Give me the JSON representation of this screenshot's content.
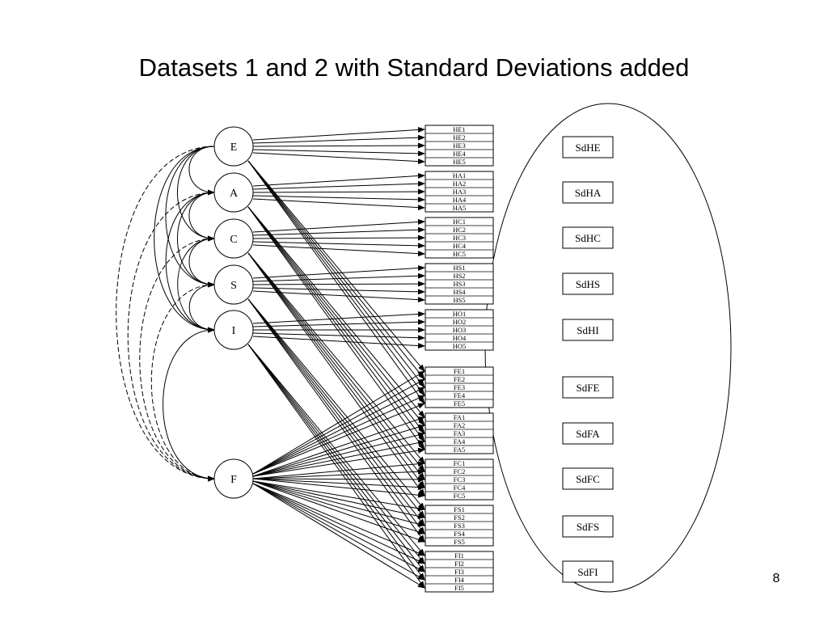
{
  "slide": {
    "title": "Datasets 1 and 2 with Standard Deviations added",
    "page_number": "8"
  },
  "latent_factors": [
    {
      "id": "E",
      "label": "E"
    },
    {
      "id": "A",
      "label": "A"
    },
    {
      "id": "C",
      "label": "C"
    },
    {
      "id": "S",
      "label": "S"
    },
    {
      "id": "I",
      "label": "I"
    },
    {
      "id": "F",
      "label": "F"
    }
  ],
  "indicator_groups": [
    {
      "items": [
        "HE1",
        "HE2",
        "HE3",
        "HE4",
        "HE5"
      ]
    },
    {
      "items": [
        "HA1",
        "HA2",
        "HA3",
        "HA4",
        "HA5"
      ]
    },
    {
      "items": [
        "HC1",
        "HC2",
        "HC3",
        "HC4",
        "HC5"
      ]
    },
    {
      "items": [
        "HS1",
        "HS2",
        "HS3",
        "HS4",
        "HS5"
      ]
    },
    {
      "items": [
        "HO1",
        "HO2",
        "HO3",
        "HO4",
        "HO5"
      ]
    },
    {
      "items": [
        "FE1",
        "FE2",
        "FE3",
        "FE4",
        "FE5"
      ]
    },
    {
      "items": [
        "FA1",
        "FA2",
        "FA3",
        "FA4",
        "FA5"
      ]
    },
    {
      "items": [
        "FC1",
        "FC2",
        "FC3",
        "FC4",
        "FC5"
      ]
    },
    {
      "items": [
        "FS1",
        "FS2",
        "FS3",
        "FS4",
        "FS5"
      ]
    },
    {
      "items": [
        "FI1",
        "FI2",
        "FI3",
        "FI4",
        "FI5"
      ]
    }
  ],
  "sd_labels": [
    "SdHE",
    "SdHA",
    "SdHC",
    "SdHS",
    "SdHI",
    "SdFE",
    "SdFA",
    "SdFC",
    "SdFS",
    "SdFI"
  ]
}
